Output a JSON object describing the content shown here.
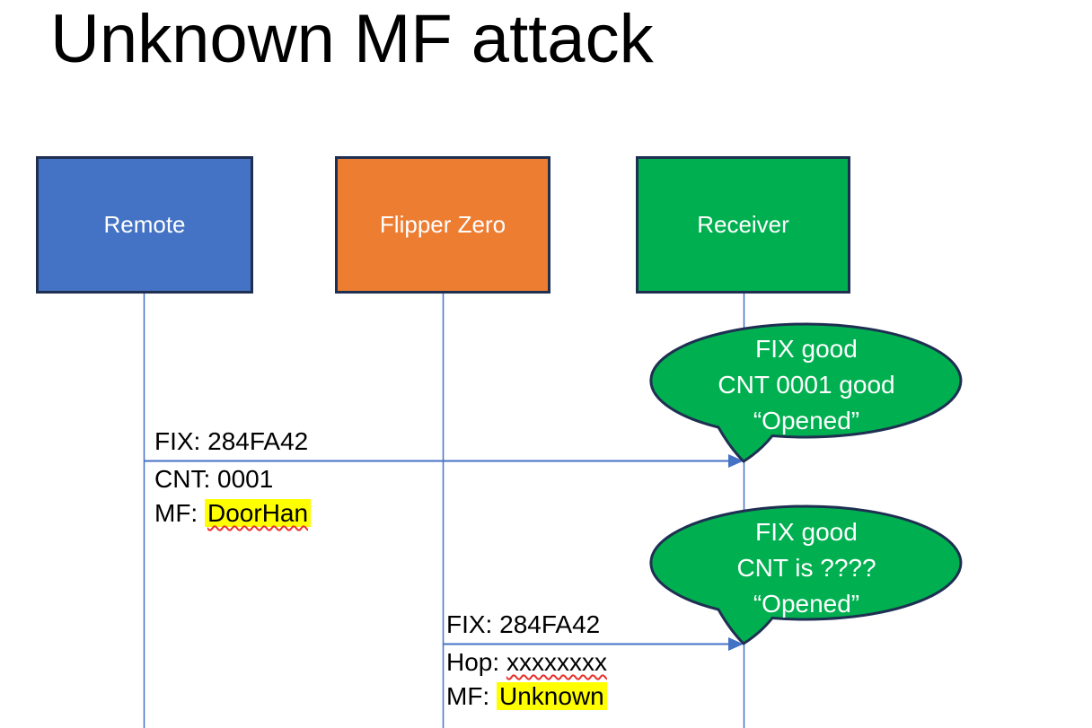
{
  "slide": {
    "title": "Unknown MF attack"
  },
  "colors": {
    "remote_box": "#4472C4",
    "flipper_box": "#ED7D31",
    "receiver_box": "#00B050",
    "speech_bubble": "#00B050",
    "outline": "#1F2F52",
    "connector": "#4472C4",
    "highlight": "#FFFF00",
    "spellcheck": "#E8312A",
    "box_text": "#FFFFFF",
    "diagram_text": "#000000"
  },
  "actors": [
    {
      "label": "Remote"
    },
    {
      "label": "Flipper Zero"
    },
    {
      "label": "Receiver"
    }
  ],
  "messages": [
    {
      "from": "Remote",
      "to": "Receiver",
      "line_above": "FIX: 284FA42",
      "line2": "CNT: 0001",
      "line3_prefix": "MF: ",
      "line3_value": "DoorHan"
    },
    {
      "from": "Flipper Zero",
      "to": "Receiver",
      "line_above": "FIX: 284FA42",
      "line2_prefix": "Hop: ",
      "line2_value": "xxxxxxxx",
      "line3_prefix": "MF: ",
      "line3_value": "Unknown"
    }
  ],
  "bubbles": [
    {
      "line1": "FIX good",
      "line2": "CNT 0001 good",
      "line3": "“Opened”"
    },
    {
      "line1": "FIX good",
      "line2": "CNT is ????",
      "line3": "“Opened”"
    }
  ]
}
